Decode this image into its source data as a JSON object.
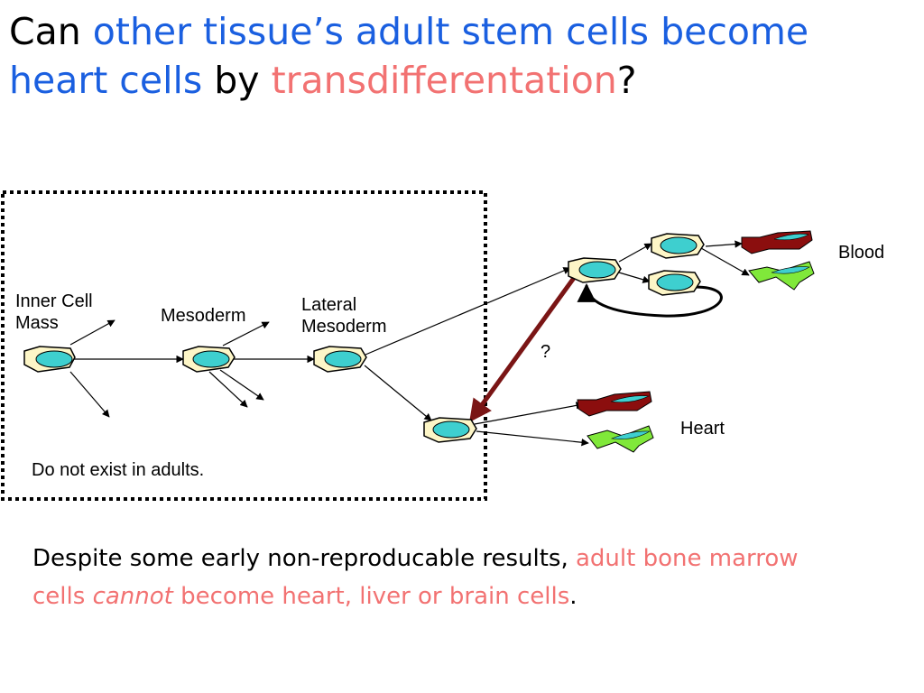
{
  "title": {
    "part1": "Can ",
    "part2": "other tissue’s adult stem cells become heart cells",
    "part3": " by ",
    "part4": "transdifferentation",
    "part5": "?"
  },
  "diagram": {
    "labels": {
      "inner_cell_mass": "Inner Cell\nMass",
      "mesoderm": "Mesoderm",
      "lateral_mesoderm": "Lateral\nMesoderm",
      "question": "?",
      "blood": "Blood",
      "heart": "Heart",
      "box_note": "Do not exist in adults."
    }
  },
  "conclusion": {
    "part1": "Despite some early non-reproducable results, ",
    "part2": "adult bone marrow cells ",
    "part3": "cannot",
    "part4": " become heart, liver or brain cells",
    "part5": "."
  },
  "colors": {
    "title_blue": "#1a5fe0",
    "highlight_pink": "#f27272",
    "cell_body": "#fdf6c7",
    "nucleus": "#3ecfcf",
    "red_cell": "#8b0e0e",
    "green_cell": "#80e83a",
    "transdiff_arrow": "#7a1515"
  }
}
